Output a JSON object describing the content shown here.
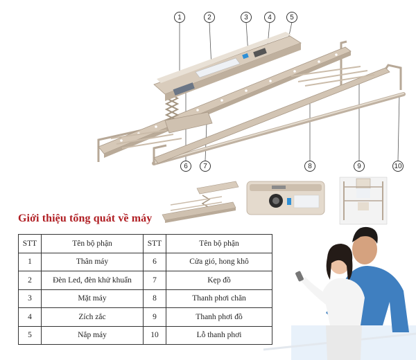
{
  "callouts": [
    "1",
    "2",
    "3",
    "4",
    "5",
    "6",
    "7",
    "8",
    "9",
    "10"
  ],
  "section_title": "Giới thiệu tổng quát về máy",
  "table": {
    "headers": [
      "STT",
      "Tên bộ phận",
      "STT",
      "Tên bộ phận"
    ],
    "rows": [
      [
        "1",
        "Thân máy",
        "6",
        "Cửa gió, hong khô"
      ],
      [
        "2",
        "Đèn Led, đèn khử khuẩn",
        "7",
        "Kẹp đồ"
      ],
      [
        "3",
        "Mặt máy",
        "8",
        "Thanh phơi chăn"
      ],
      [
        "4",
        "Zích zắc",
        "9",
        "Thanh phơi đồ"
      ],
      [
        "5",
        "Nắp máy",
        "10",
        "Lỗ thanh phơi"
      ]
    ]
  },
  "colors": {
    "title": "#b01e23",
    "metal": "#c9b9a6",
    "frame": "#b7a897",
    "sky": "#e8f1fa",
    "sweater": "#3f7fc0"
  }
}
